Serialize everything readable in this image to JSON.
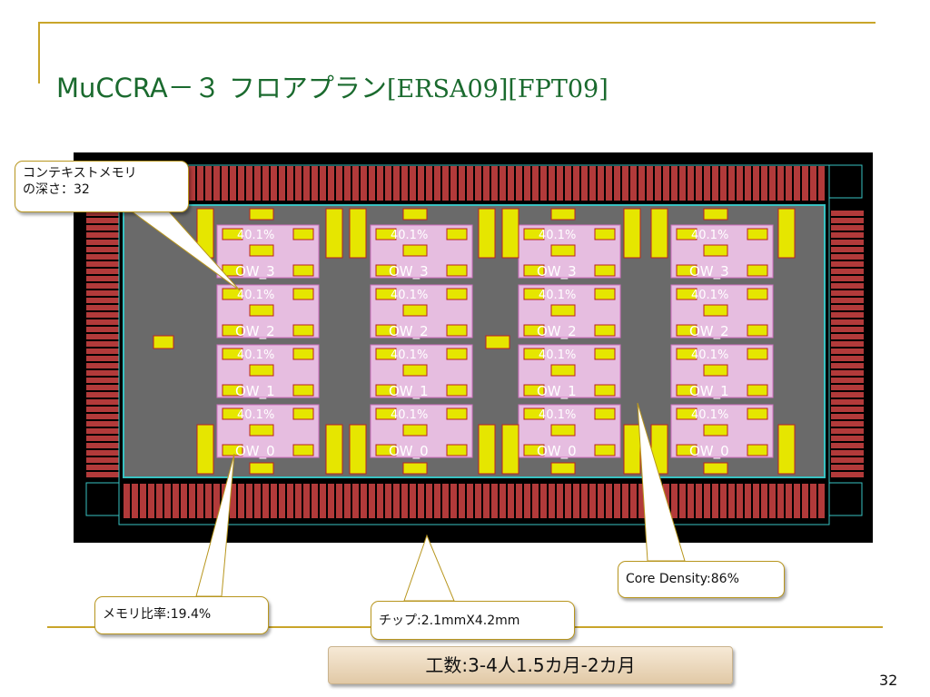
{
  "slide": {
    "title_jp": "MuCCRA－３ フロアプラン",
    "title_ref": "[ERSA09][FPT09]",
    "page_number": "32"
  },
  "callouts": {
    "memory_depth_line1": "コンテキストメモリ",
    "memory_depth_line2": "の深さ：32",
    "memory_ratio": "メモリ比率:19.4%",
    "chip_size": "チップ:2.1mmX4.2mm",
    "core_density": "Core Density:86%"
  },
  "effort": "工数:3-4人1.5カ月-2カ月",
  "floorplan": {
    "density_label": "40.1%",
    "row_labels": [
      "OW_3",
      "OW_2",
      "OW_1",
      "OW_0"
    ],
    "colors": {
      "background": "#000000",
      "pad": "#b23a3a",
      "core": "#6a6a6a",
      "memory": "#e6bde0",
      "block": "#e6e600",
      "outline": "#38c2c2"
    }
  }
}
